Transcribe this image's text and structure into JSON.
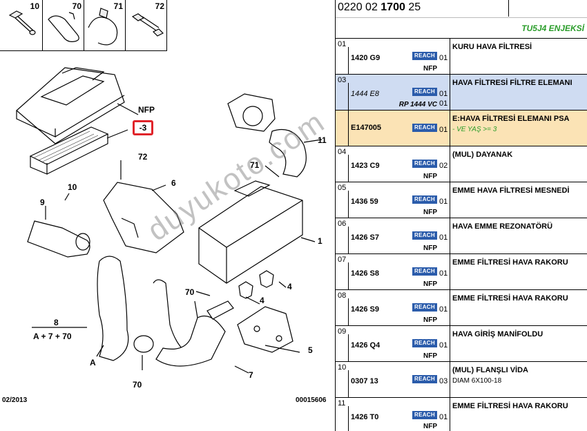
{
  "diagram": {
    "kit_labels": [
      "10",
      "70",
      "71",
      "72"
    ],
    "callouts": {
      "nfp_top": "NFP",
      "minus3": "-3",
      "c72": "72",
      "c6": "6",
      "c10": "10",
      "c9": "9",
      "c11": "11",
      "c71": "71",
      "c1": "1",
      "c4a": "4",
      "c70a": "70",
      "c4b": "4",
      "c8": "8",
      "c8sub": "A + 7 + 70",
      "cA": "A",
      "c70b": "70",
      "c7": "7",
      "c5": "5"
    },
    "date": "02/2013",
    "ref_code": "00015606"
  },
  "table": {
    "reference": {
      "prefix": "0220 02 ",
      "bold": "1700",
      "suffix": " 25"
    },
    "engine": "TU5J4 ENJEKSİ",
    "reach_label": "REACH",
    "rows": [
      {
        "num": "01",
        "part": "1420 G9",
        "qty": "01",
        "sub": "NFP",
        "desc": "KURU HAVA FİLTRESİ",
        "desc2": ""
      },
      {
        "num": "03",
        "part": "1444 E8",
        "qty": "01",
        "sub": "RP 1444 VC",
        "desc": "HAVA FİLTRESİ FİLTRE ELEMANI",
        "desc2": "",
        "qty2": "01"
      },
      {
        "num": "",
        "part": "E147005",
        "qty": "01",
        "sub": "",
        "desc": "E:HAVA FİLTRESİ ELEMANI PSA",
        "desc2": "- VE YAŞ >= 3"
      },
      {
        "num": "04",
        "part": "1423 C9",
        "qty": "02",
        "sub": "NFP",
        "desc": "(MUL) DAYANAK",
        "desc2": ""
      },
      {
        "num": "05",
        "part": "1436 59",
        "qty": "01",
        "sub": "NFP",
        "desc": "EMME HAVA FİLTRESİ MESNEDİ",
        "desc2": ""
      },
      {
        "num": "06",
        "part": "1426 S7",
        "qty": "01",
        "sub": "NFP",
        "desc": "HAVA EMME REZONATÖRÜ",
        "desc2": ""
      },
      {
        "num": "07",
        "part": "1426 S8",
        "qty": "01",
        "sub": "NFP",
        "desc": "EMME FİLTRESİ HAVA RAKORU",
        "desc2": ""
      },
      {
        "num": "08",
        "part": "1426 S9",
        "qty": "01",
        "sub": "NFP",
        "desc": "EMME FİLTRESİ HAVA RAKORU",
        "desc2": ""
      },
      {
        "num": "09",
        "part": "1426 Q4",
        "qty": "01",
        "sub": "NFP",
        "desc": "HAVA GİRİŞ MANİFOLDU",
        "desc2": ""
      },
      {
        "num": "10",
        "part": "0307 13",
        "qty": "03",
        "sub": "",
        "desc": "(MUL) FLANŞLI VİDA",
        "desc2": "DIAM 6X100-18"
      },
      {
        "num": "11",
        "part": "1426 T0",
        "qty": "01",
        "sub": "NFP",
        "desc": "EMME FİLTRESİ HAVA RAKORU",
        "desc2": ""
      }
    ]
  },
  "watermark": "duyukoto.com",
  "colors": {
    "highlight": "#e0242a",
    "reach": "#2b5cab",
    "engine": "#2a9d2a",
    "row_blue": "#cfdcf2",
    "row_orange": "#fbe3b5"
  }
}
